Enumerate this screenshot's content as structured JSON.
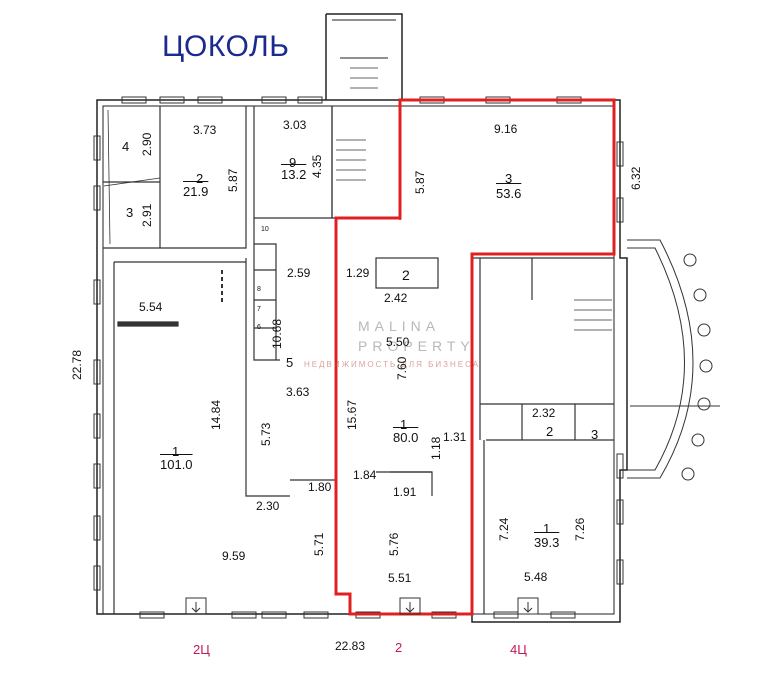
{
  "title": "ЦОКОЛЬ",
  "watermark": {
    "line1": "MALINA",
    "line2": "PROPERTY",
    "tagline": "НЕДВИЖИМОСТЬ ДЛЯ БИЗНЕСА",
    "color": "#c0392b"
  },
  "highlight_color": "#e02020",
  "entrances": {
    "left": "2Ц",
    "center": "2",
    "right": "4Ц"
  },
  "rooms": {
    "r4": {
      "number": "4"
    },
    "r3_small": {
      "number": "3"
    },
    "r2_top": {
      "number": "2",
      "area": "21.9"
    },
    "r9": {
      "number": "9",
      "area": "13.2"
    },
    "r3_big": {
      "number": "3",
      "area": "53.6"
    },
    "r2_center": {
      "number": "2"
    },
    "r1_left": {
      "number": "1",
      "area": "101.0"
    },
    "r5": {
      "number": "5"
    },
    "r1_center": {
      "number": "1",
      "area": "80.0"
    },
    "r1_right": {
      "number": "1",
      "area": "39.3"
    },
    "r2_right": {
      "number": "2"
    },
    "r3_right": {
      "number": "3"
    },
    "r10": {
      "number": "10"
    },
    "r8": {
      "number": "8"
    },
    "r7": {
      "number": "7"
    },
    "r6": {
      "number": "6"
    }
  },
  "dimensions": {
    "d_373": "3.73",
    "d_290": "2.90",
    "d_291": "2.91",
    "d_587a": "5.87",
    "d_303": "3.03",
    "d_435": "4.35",
    "d_916": "9.16",
    "d_587b": "5.87",
    "d_632": "6.32",
    "d_259": "2.59",
    "d_129": "1.29",
    "d_242": "2.42",
    "d_554": "5.54",
    "d_2278": "22.78",
    "d_1068": "10.68",
    "d_550": "5.50",
    "d_760": "7.60",
    "d_1484": "14.84",
    "d_363": "3.63",
    "d_573": "5.73",
    "d_1567": "15.67",
    "d_232": "2.32",
    "d_131": "1.31",
    "d_118": "1.18",
    "d_184": "1.84",
    "d_180": "1.80",
    "d_191": "1.91",
    "d_230": "2.30",
    "d_724": "7.24",
    "d_726": "7.26",
    "d_959": "9.59",
    "d_571": "5.71",
    "d_576": "5.76",
    "d_551": "5.51",
    "d_548": "5.48",
    "d_2283": "22.83"
  }
}
